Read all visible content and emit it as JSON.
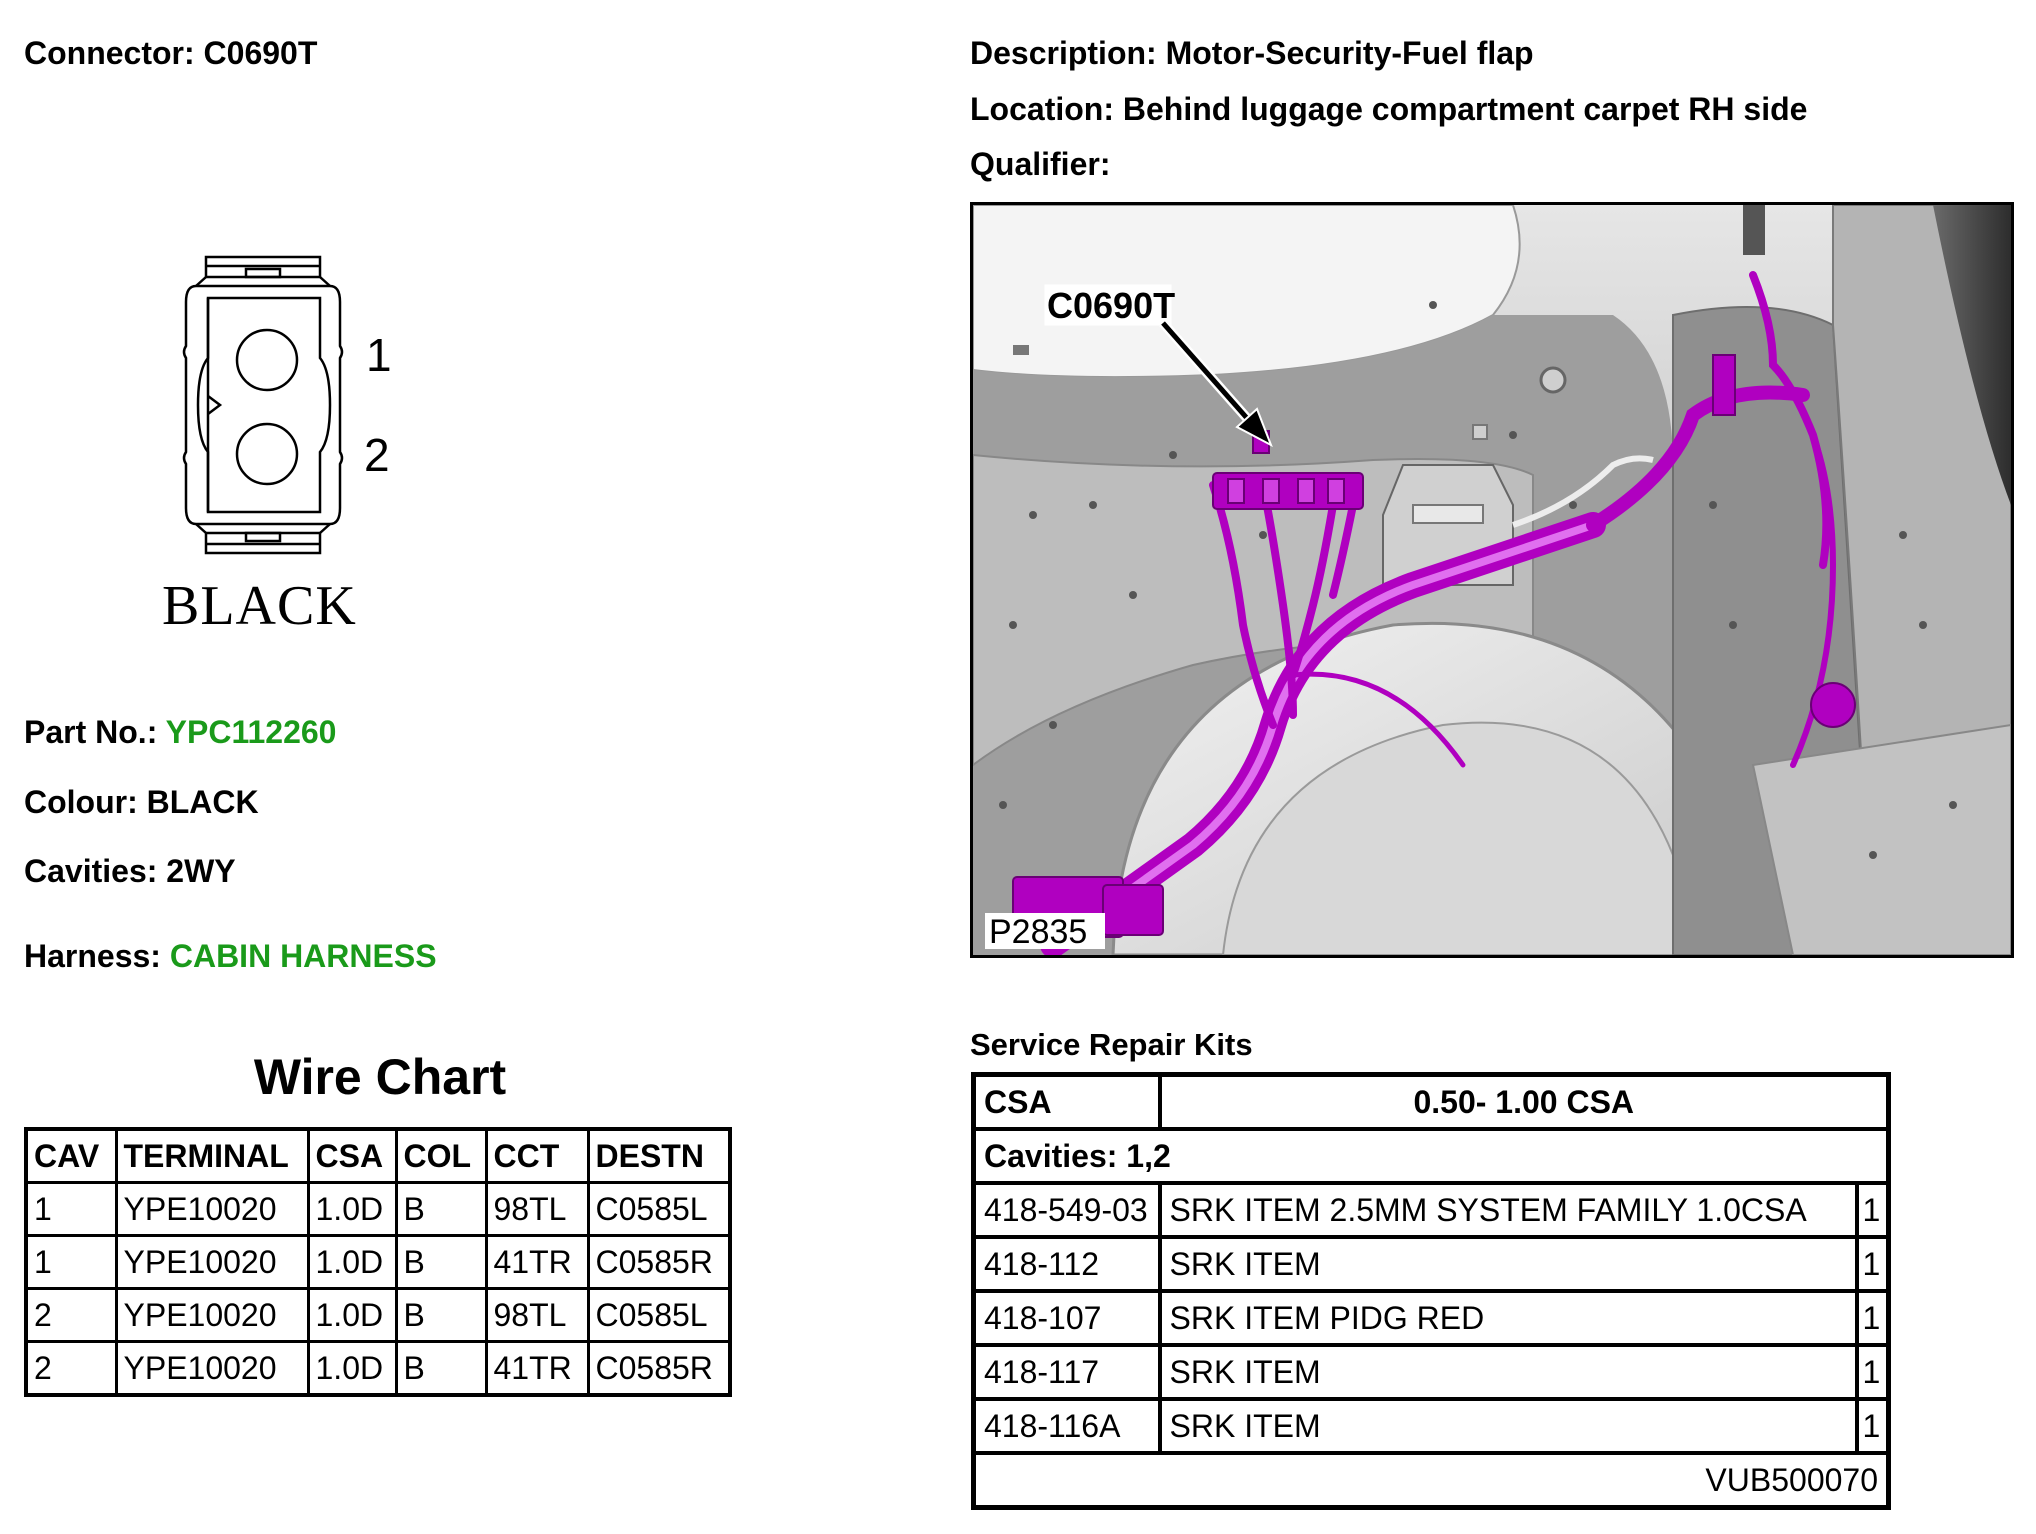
{
  "connector": {
    "label": "Connector:",
    "value": "C0690T"
  },
  "description": {
    "label": "Description:",
    "value": "Motor-Security-Fuel flap"
  },
  "location": {
    "label": "Location:",
    "value": "Behind luggage compartment carpet RH side"
  },
  "qualifier": {
    "label": "Qualifier:",
    "value": ""
  },
  "drawing": {
    "pin1": "1",
    "pin2": "2",
    "colour_text": "BLACK"
  },
  "part_no": {
    "label": "Part No.:",
    "value": "YPC112260"
  },
  "colour": {
    "label": "Colour:",
    "value": "BLACK"
  },
  "cavities": {
    "label": "Cavities:",
    "value": "2WY"
  },
  "harness": {
    "label": "Harness:",
    "value": "CABIN HARNESS"
  },
  "wire_chart": {
    "title": "Wire Chart",
    "headers": [
      "CAV",
      "TERMINAL",
      "CSA",
      "COL",
      "CCT",
      "DESTN"
    ],
    "rows": [
      [
        "1",
        "YPE10020",
        "1.0D",
        "B",
        "98TL",
        "C0585L"
      ],
      [
        "1",
        "YPE10020",
        "1.0D",
        "B",
        "41TR",
        "C0585R"
      ],
      [
        "2",
        "YPE10020",
        "1.0D",
        "B",
        "98TL",
        "C0585L"
      ],
      [
        "2",
        "YPE10020",
        "1.0D",
        "B",
        "41TR",
        "C0585R"
      ]
    ]
  },
  "photo": {
    "callout": "C0690T",
    "ref": "P2835",
    "harness_color": "#b000c0"
  },
  "service_kits": {
    "title": "Service Repair Kits",
    "csa_label": "CSA",
    "csa_value": "0.50- 1.00 CSA",
    "cavities": "Cavities: 1,2",
    "items": [
      [
        "418-549-03",
        "SRK ITEM 2.5MM SYSTEM FAMILY 1.0CSA",
        "1"
      ],
      [
        "418-112",
        "SRK ITEM",
        "1"
      ],
      [
        "418-107",
        "SRK ITEM PIDG RED",
        "1"
      ],
      [
        "418-117",
        "SRK ITEM",
        "1"
      ],
      [
        "418-116A",
        "SRK ITEM",
        "1"
      ]
    ],
    "ref": "VUB500070"
  }
}
